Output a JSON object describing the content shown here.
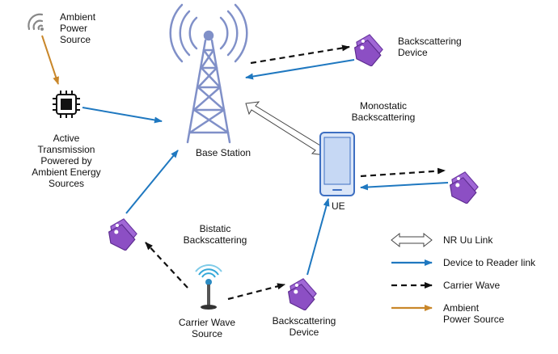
{
  "colors": {
    "blue_link": "#1f78c0",
    "carrier": "#111111",
    "ambient": "#c9872a",
    "tower": "#8090c8",
    "tag": "#8c4fc4",
    "device": "#9ab8e8"
  },
  "labels": {
    "ambient_power_source": [
      "Ambient",
      "Power",
      "Source"
    ],
    "active_transmission": [
      "Active",
      "Transmission",
      "Powered by",
      "Ambient Energy",
      "Sources"
    ],
    "base_station": "Base Station",
    "backscattering_device_top": [
      "Backscattering",
      "Device"
    ],
    "monostatic": [
      "Monostatic",
      "Backscattering"
    ],
    "ue": "UE",
    "bistatic": [
      "Bistatic",
      "Backscattering"
    ],
    "carrier_wave_source": [
      "Carrier Wave",
      "Source"
    ],
    "backscattering_device_bottom": [
      "Backscattering",
      "Device"
    ]
  },
  "legend": [
    {
      "icon": "hollow-double-arrow-icon",
      "label": "NR Uu Link"
    },
    {
      "icon": "blue-arrow-icon",
      "label": "Device to Reader link"
    },
    {
      "icon": "dashed-arrow-icon",
      "label": "Carrier Wave"
    },
    {
      "icon": "orange-arrow-icon",
      "label": [
        "Ambient",
        "Power Source"
      ]
    }
  ]
}
